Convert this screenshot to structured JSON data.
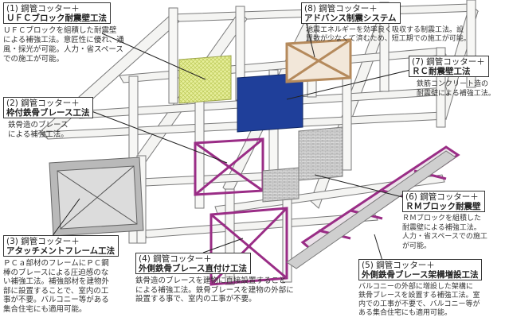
{
  "callouts": [
    {
      "id": 1,
      "title": "(1) 鋼管コッター＋",
      "subtitle": "ＵＦＣブロック耐震壁工法",
      "lines": [
        "ＵＦＣブロックを組積した耐震壁",
        "による補強工法。意匠性に優れ、通",
        "風・採光が可能。人力・省スペース",
        "での施工が可能。"
      ]
    },
    {
      "id": 2,
      "title": "(2) 鋼管コッター＋",
      "subtitle": "枠付鉄骨ブレース工法",
      "lines": [
        "鉄骨造のブレース",
        "による補強工法。"
      ]
    },
    {
      "id": 3,
      "title": "(3) 鋼管コッター＋",
      "subtitle": "アタッチメントフレーム工法",
      "lines": [
        "ＰＣａ部材のフレームにＰＣ鋼",
        "棒のブレースによる圧迫感のな",
        "い補強工法。補強部材を建物外",
        "部に設置することで、室内の工",
        "事が不要。バルコニー等がある",
        "集合住宅にも適用可能。"
      ]
    },
    {
      "id": 4,
      "title": "(4) 鋼管コッター＋",
      "subtitle": "外側鉄骨ブレース直付け工法",
      "lines": [
        "鉄骨造のブレースを建物に直接設置すること",
        "による補強工法。鉄骨ブレースを建物の外部に",
        "設置する事で、室内の工事が不要。"
      ]
    },
    {
      "id": 5,
      "title": "(5) 鋼管コッター＋",
      "subtitle": "外側鉄骨ブレース架構増設工法",
      "lines": [
        "バルコニーの外部に増設した架構に",
        "鉄骨ブレースを設置する補強工法。室",
        "内での工事が不要で、バルコニー等が",
        "ある集合住宅にも適用可能。"
      ]
    },
    {
      "id": 6,
      "title": "(6) 鋼管コッター＋",
      "subtitle": "ＲＭブロック耐震壁",
      "lines": [
        "ＲＭブロックを組積した",
        "耐震壁による補強工法。",
        "人力・省スペースでの施工",
        "が可能。"
      ]
    },
    {
      "id": 7,
      "title": "(7) 鋼管コッター＋",
      "subtitle": "ＲＣ耐震壁工法",
      "lines": [
        "鉄筋コンクリート造の",
        "耐震壁による補強工法。"
      ]
    },
    {
      "id": 8,
      "title": "(8) 鋼管コッター＋",
      "subtitle": "アドバンス制震システム",
      "lines": [
        "地震エネルギーを効率良く吸収する制震工法。設",
        "置数が少なくて済むため、短工期での施工が可能。"
      ]
    }
  ],
  "colors": {
    "frame_fill": "#f4f4f2",
    "frame_stroke": "#7a7a7a",
    "ufc_wall": "#e6ee9a",
    "rc_wall": "#1f3f9a",
    "damper": "#b58a5c",
    "brace": "#9a2d86",
    "rm_block": "#d6d6d6",
    "attachment": "#b9b9b9"
  }
}
